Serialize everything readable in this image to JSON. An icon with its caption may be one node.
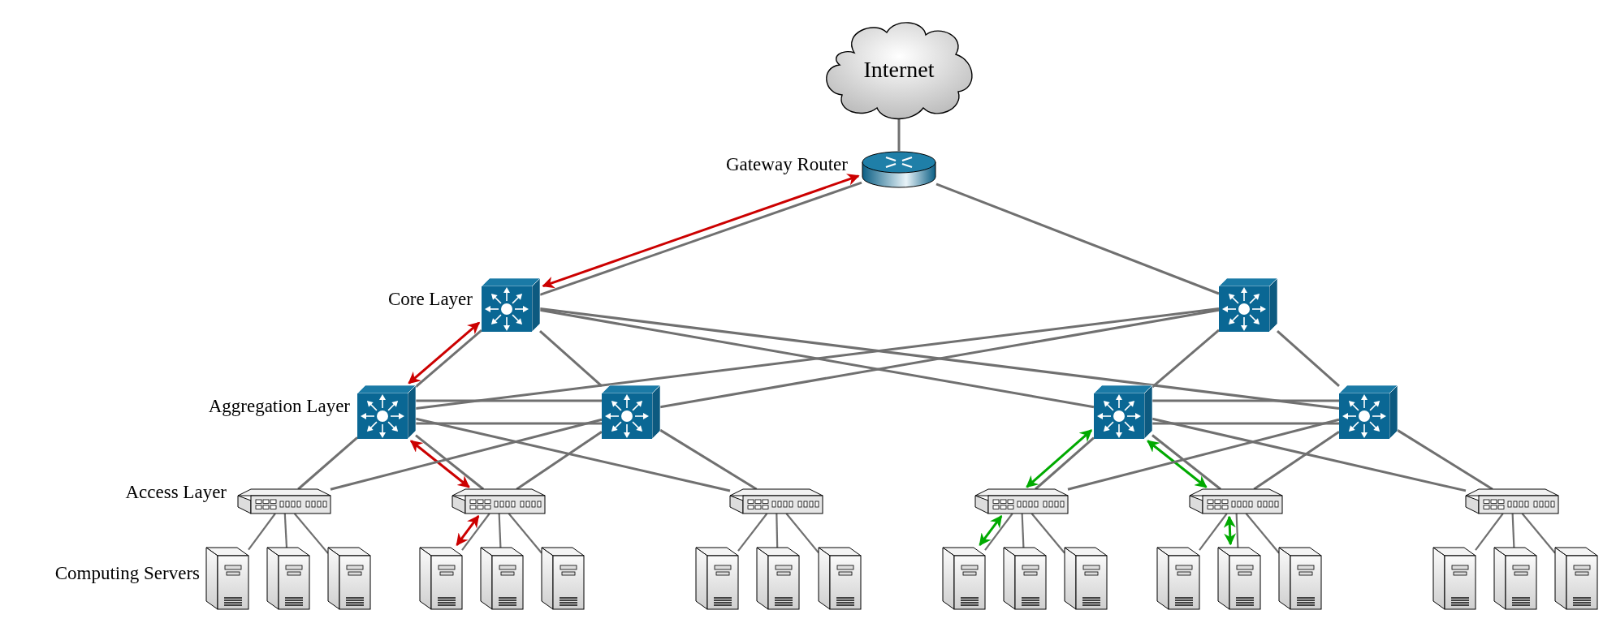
{
  "diagram": {
    "nodes": [
      {
        "text": [
          "Internet"
        ]
      },
      {
        "text": [],
        "shape": "picture",
        "beside": [
          "Gateway Router"
        ]
      },
      {
        "text": [],
        "shape": "picture"
      },
      {
        "text": [],
        "shape": "picture"
      },
      {
        "text": [],
        "shape": "picture"
      },
      {
        "text": [],
        "shape": "picture"
      },
      {
        "text": [],
        "shape": "picture"
      },
      {
        "text": [],
        "shape": "picture"
      },
      {
        "text": [],
        "shape": "picture"
      },
      {
        "text": [],
        "shape": "picture"
      },
      {
        "text": [],
        "shape": "picture"
      },
      {
        "text": [],
        "shape": "picture"
      },
      {
        "text": [],
        "shape": "picture"
      },
      {
        "text": [],
        "shape": "picture"
      },
      {
        "text": [],
        "shape": "picture"
      },
      {
        "text": [],
        "shape": "picture"
      },
      {
        "text": [],
        "shape": "picture"
      },
      {
        "text": [],
        "shape": "picture"
      },
      {
        "text": [],
        "shape": "picture"
      },
      {
        "text": [],
        "shape": "picture"
      },
      {
        "text": [],
        "shape": "picture"
      },
      {
        "text": [],
        "shape": "picture"
      },
      {
        "text": [],
        "shape": "picture"
      },
      {
        "text": [],
        "shape": "picture"
      },
      {
        "text": [],
        "shape": "picture"
      },
      {
        "text": [],
        "shape": "picture"
      },
      {
        "text": [],
        "shape": "picture"
      },
      {
        "text": [],
        "shape": "picture"
      },
      {
        "text": [],
        "shape": "picture"
      },
      {
        "text": [],
        "shape": "picture"
      },
      {
        "text": [],
        "shape": "picture"
      },
      {
        "text": [],
        "shape": "picture"
      }
    ],
    "edges": [
      {
        "from": 0,
        "to": 1,
        "arrow": "none"
      },
      {
        "from": 1,
        "to": 2,
        "arrow": "none"
      },
      {
        "from": 1,
        "to": 2,
        "arrow": "both",
        "color": "#cc0000"
      },
      {
        "from": 1,
        "to": 3,
        "arrow": "none"
      },
      {
        "from": 2,
        "to": 4,
        "arrow": "none"
      },
      {
        "from": 2,
        "to": 4,
        "arrow": "both",
        "color": "#cc0000"
      },
      {
        "from": 2,
        "to": 5,
        "arrow": "none"
      },
      {
        "from": 2,
        "to": 6,
        "arrow": "none"
      },
      {
        "from": 2,
        "to": 7,
        "arrow": "none"
      },
      {
        "from": 3,
        "to": 4,
        "arrow": "none"
      },
      {
        "from": 3,
        "to": 5,
        "arrow": "none"
      },
      {
        "from": 3,
        "to": 6,
        "arrow": "none"
      },
      {
        "from": 3,
        "to": 7,
        "arrow": "none"
      },
      {
        "from": 4,
        "to": 5,
        "arrow": "none"
      },
      {
        "from": 4,
        "to": 5,
        "arrow": "none"
      },
      {
        "from": 6,
        "to": 7,
        "arrow": "none"
      },
      {
        "from": 6,
        "to": 7,
        "arrow": "none"
      },
      {
        "from": 4,
        "to": 8,
        "arrow": "none"
      },
      {
        "from": 4,
        "to": 9,
        "arrow": "none"
      },
      {
        "from": 4,
        "to": 9,
        "arrow": "both",
        "color": "#cc0000"
      },
      {
        "from": 4,
        "to": 10,
        "arrow": "none"
      },
      {
        "from": 5,
        "to": 8,
        "arrow": "none"
      },
      {
        "from": 5,
        "to": 9,
        "arrow": "none"
      },
      {
        "from": 5,
        "to": 10,
        "arrow": "none"
      },
      {
        "from": 6,
        "to": 11,
        "arrow": "none"
      },
      {
        "from": 6,
        "to": 11,
        "arrow": "both",
        "color": "#00aa00"
      },
      {
        "from": 6,
        "to": 12,
        "arrow": "none"
      },
      {
        "from": 6,
        "to": 12,
        "arrow": "both",
        "color": "#00aa00"
      },
      {
        "from": 6,
        "to": 13,
        "arrow": "none"
      },
      {
        "from": 7,
        "to": 11,
        "arrow": "none"
      },
      {
        "from": 7,
        "to": 12,
        "arrow": "none"
      },
      {
        "from": 7,
        "to": 13,
        "arrow": "none"
      },
      {
        "from": 8,
        "to": 14,
        "arrow": "none"
      },
      {
        "from": 8,
        "to": 15,
        "arrow": "none"
      },
      {
        "from": 8,
        "to": 16,
        "arrow": "none"
      },
      {
        "from": 9,
        "to": 17,
        "arrow": "none"
      },
      {
        "from": 9,
        "to": 17,
        "arrow": "both",
        "color": "#cc0000"
      },
      {
        "from": 9,
        "to": 18,
        "arrow": "none"
      },
      {
        "from": 9,
        "to": 19,
        "arrow": "none"
      },
      {
        "from": 10,
        "to": 20,
        "arrow": "none"
      },
      {
        "from": 10,
        "to": 21,
        "arrow": "none"
      },
      {
        "from": 10,
        "to": 22,
        "arrow": "none"
      },
      {
        "from": 11,
        "to": 23,
        "arrow": "none"
      },
      {
        "from": 11,
        "to": 23,
        "arrow": "both",
        "color": "#00aa00"
      },
      {
        "from": 11,
        "to": 24,
        "arrow": "none"
      },
      {
        "from": 11,
        "to": 25,
        "arrow": "none"
      },
      {
        "from": 12,
        "to": 26,
        "arrow": "none"
      },
      {
        "from": 12,
        "to": 27,
        "arrow": "none"
      },
      {
        "from": 12,
        "to": 27,
        "arrow": "both",
        "color": "#00aa00"
      },
      {
        "from": 12,
        "to": 28,
        "arrow": "none"
      },
      {
        "from": 13,
        "to": 29,
        "arrow": "none"
      },
      {
        "from": 13,
        "to": 30,
        "arrow": "none"
      },
      {
        "from": 13,
        "to": 31,
        "arrow": "none"
      }
    ],
    "labels": [
      "Core Layer",
      "Aggregation Layer",
      "Access Layer",
      "Computing Servers"
    ]
  }
}
